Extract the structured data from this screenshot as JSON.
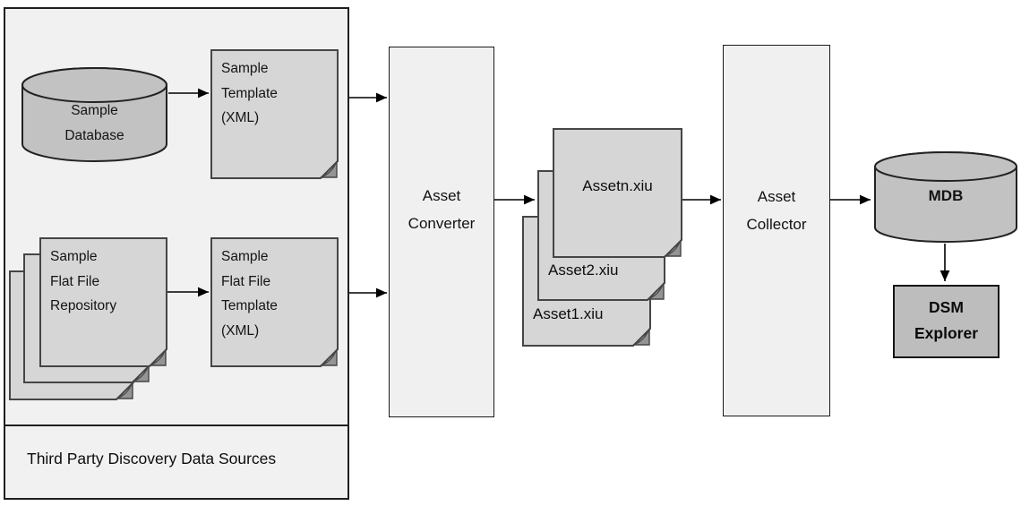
{
  "palette": {
    "page_background": "#ffffff",
    "container_fill": "#f1f1f1",
    "process_fill": "#f0f0f0",
    "document_fill": "#d6d6d6",
    "document_fold_fill": "#949494",
    "cylinder_fill": "#c2c2c2",
    "dsm_box_fill": "#bdbdbd",
    "line_color": "#1f1f1f"
  },
  "container": {
    "label": "Third Party Discovery Data Sources"
  },
  "nodes": {
    "sample_database": {
      "type": "cylinder",
      "lines": [
        "Sample",
        "Database"
      ]
    },
    "sample_template": {
      "type": "document",
      "lines": [
        "Sample",
        "Template",
        "(XML)"
      ]
    },
    "flat_file_repository": {
      "type": "document-stack",
      "lines": [
        "Sample",
        "Flat File",
        "Repository"
      ]
    },
    "flat_file_template": {
      "type": "document",
      "lines": [
        "Sample",
        "Flat File",
        "Template",
        "(XML)"
      ]
    },
    "asset_converter": {
      "type": "process",
      "lines": [
        "Asset",
        "Converter"
      ]
    },
    "asset_files": {
      "type": "document-stack",
      "front": "Assetn.xiu",
      "middle": "Asset2.xiu",
      "back": "Asset1.xiu"
    },
    "asset_collector": {
      "type": "process",
      "lines": [
        "Asset",
        "Collector"
      ]
    },
    "mdb": {
      "type": "cylinder",
      "label": "MDB"
    },
    "dsm_explorer": {
      "type": "box",
      "lines": [
        "DSM",
        "Explorer"
      ]
    }
  }
}
